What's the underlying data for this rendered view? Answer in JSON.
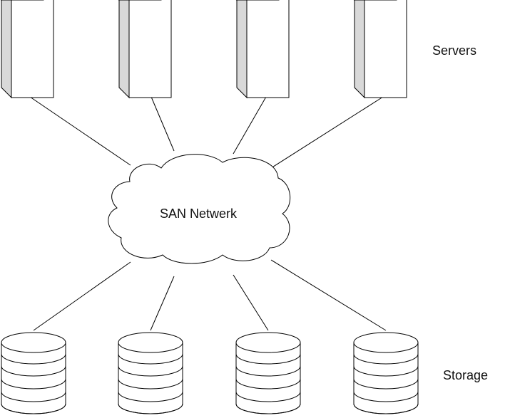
{
  "labels": {
    "servers": "Servers",
    "network": "SAN Netwerk",
    "storage": "Storage"
  },
  "nodes": {
    "servers": [
      "server-1",
      "server-2",
      "server-3",
      "server-4"
    ],
    "storage": [
      "storage-1",
      "storage-2",
      "storage-3",
      "storage-4"
    ]
  },
  "colors": {
    "stroke": "#000000",
    "fill": "#ffffff",
    "server_side": "#d9d9d9"
  }
}
